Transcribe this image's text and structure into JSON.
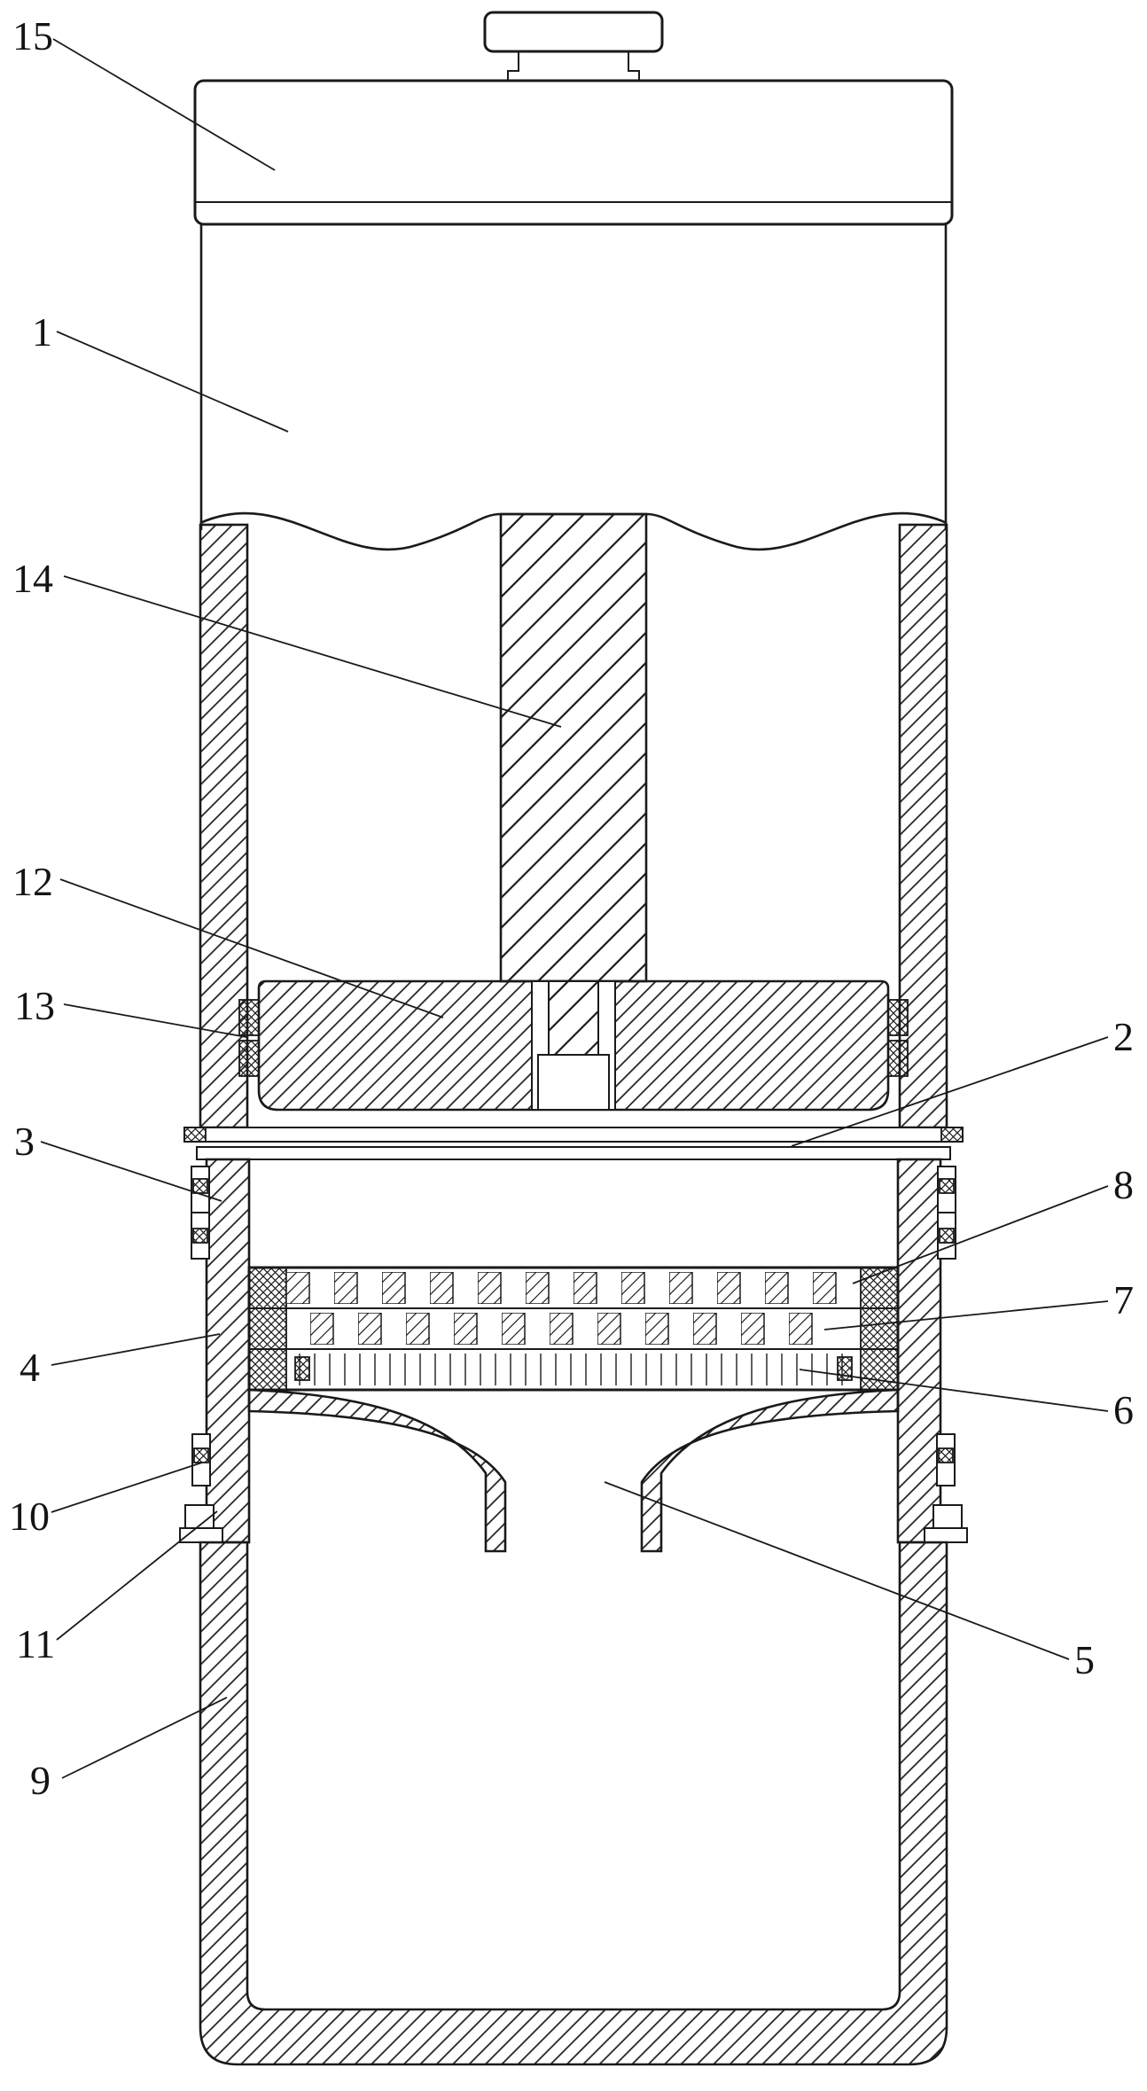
{
  "figure": {
    "paper_color": "#ffffff",
    "ink_color": "#1a1a1a"
  },
  "callouts": [
    {
      "ref": "15"
    },
    {
      "ref": "1"
    },
    {
      "ref": "14"
    },
    {
      "ref": "12"
    },
    {
      "ref": "13"
    },
    {
      "ref": "2"
    },
    {
      "ref": "3"
    },
    {
      "ref": "8"
    },
    {
      "ref": "7"
    },
    {
      "ref": "4"
    },
    {
      "ref": "6"
    },
    {
      "ref": "10"
    },
    {
      "ref": "11"
    },
    {
      "ref": "5"
    },
    {
      "ref": "9"
    }
  ]
}
